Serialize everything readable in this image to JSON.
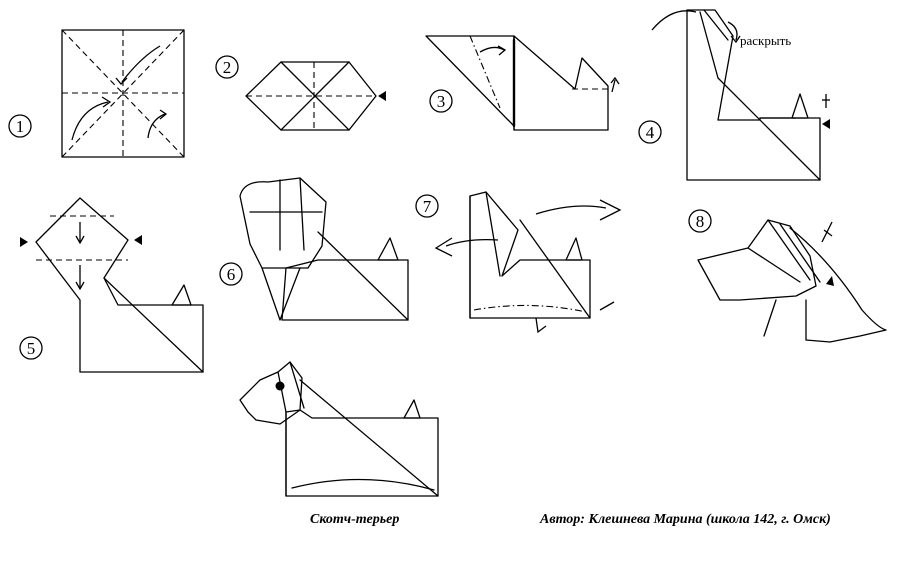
{
  "steps": [
    {
      "number": "1"
    },
    {
      "number": "2"
    },
    {
      "number": "3"
    },
    {
      "number": "4",
      "annotation": "раскрыть"
    },
    {
      "number": "5"
    },
    {
      "number": "6"
    },
    {
      "number": "7"
    },
    {
      "number": "8"
    }
  ],
  "caption": {
    "title": "Скотч-терьер",
    "author": "Автор: Клешнева Марина (школа 142, г. Омск)"
  }
}
